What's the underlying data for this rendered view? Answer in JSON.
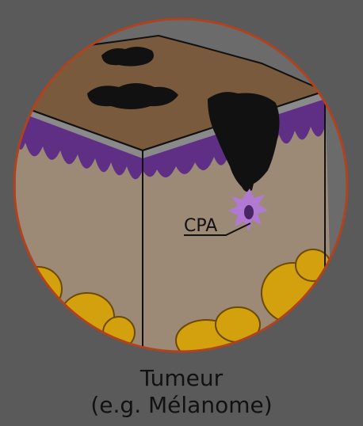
{
  "labels": {
    "cell": "CPA"
  },
  "caption": {
    "line1": "Tumeur",
    "line2": "(e.g. Mélanome)"
  },
  "colors": {
    "background": "#5a5a5a",
    "circle_border": "#b0431f",
    "skin_surface": "#7a5a3c",
    "basal_layer": "#5f2f86",
    "tissue": "#9c8a77",
    "fat_cells": "#d4a10e",
    "tumor": "#111111",
    "cpa_cell": "#b07ad2"
  }
}
